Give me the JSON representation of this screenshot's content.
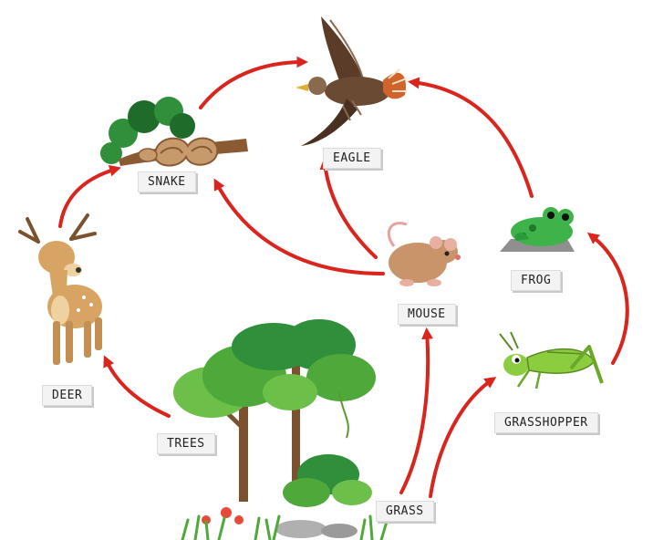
{
  "nodes": {
    "eagle": "EAGLE",
    "snake": "SNAKE",
    "frog": "FROG",
    "mouse": "MOUSE",
    "deer": "DEER",
    "grasshopper": "GRASSHOPPER",
    "trees": "TREES",
    "grass": "GRASS"
  },
  "edges": [
    {
      "from": "snake",
      "to": "eagle"
    },
    {
      "from": "frog",
      "to": "eagle"
    },
    {
      "from": "mouse",
      "to": "eagle"
    },
    {
      "from": "mouse",
      "to": "snake"
    },
    {
      "from": "deer",
      "to": "snake"
    },
    {
      "from": "trees",
      "to": "deer"
    },
    {
      "from": "grass",
      "to": "mouse"
    },
    {
      "from": "grass",
      "to": "grasshopper"
    },
    {
      "from": "grasshopper",
      "to": "frog"
    }
  ],
  "colors": {
    "arrow": "#d9251d",
    "leaf_dark": "#2f8f3a",
    "leaf_light": "#6cc04a",
    "trunk": "#7a5230",
    "eagle_body": "#6b4a33",
    "deer_body": "#d8a463",
    "frog_body": "#3db34a",
    "grasshopper_body": "#8ccc3f",
    "mouse_body": "#c9946a",
    "snake_body": "#c79a6b"
  }
}
